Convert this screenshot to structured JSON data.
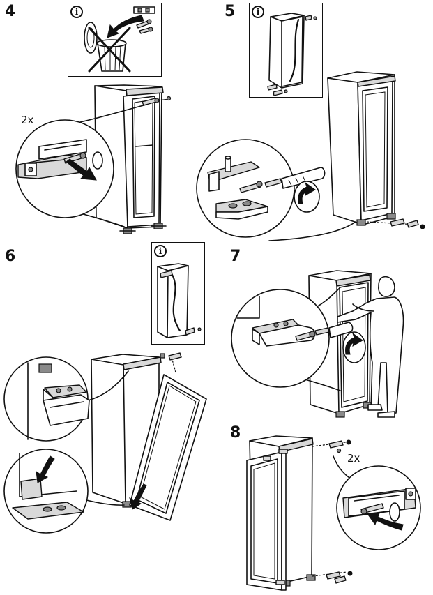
{
  "steps": [
    {
      "number": "4",
      "count": "2x"
    },
    {
      "number": "5"
    },
    {
      "number": "6"
    },
    {
      "number": "7"
    },
    {
      "number": "8",
      "count": "2x"
    }
  ],
  "info_symbol": "i",
  "colors": {
    "line": "#111111",
    "shade": "#d9d9d9",
    "dark": "#8a8a8a",
    "paper": "#ffffff"
  },
  "icons": [
    "info-icon",
    "recycle-bin-icon",
    "screwdriver-icon",
    "screw-icon",
    "rotate-arrow-icon",
    "direction-arrow-icon",
    "person-icon"
  ]
}
